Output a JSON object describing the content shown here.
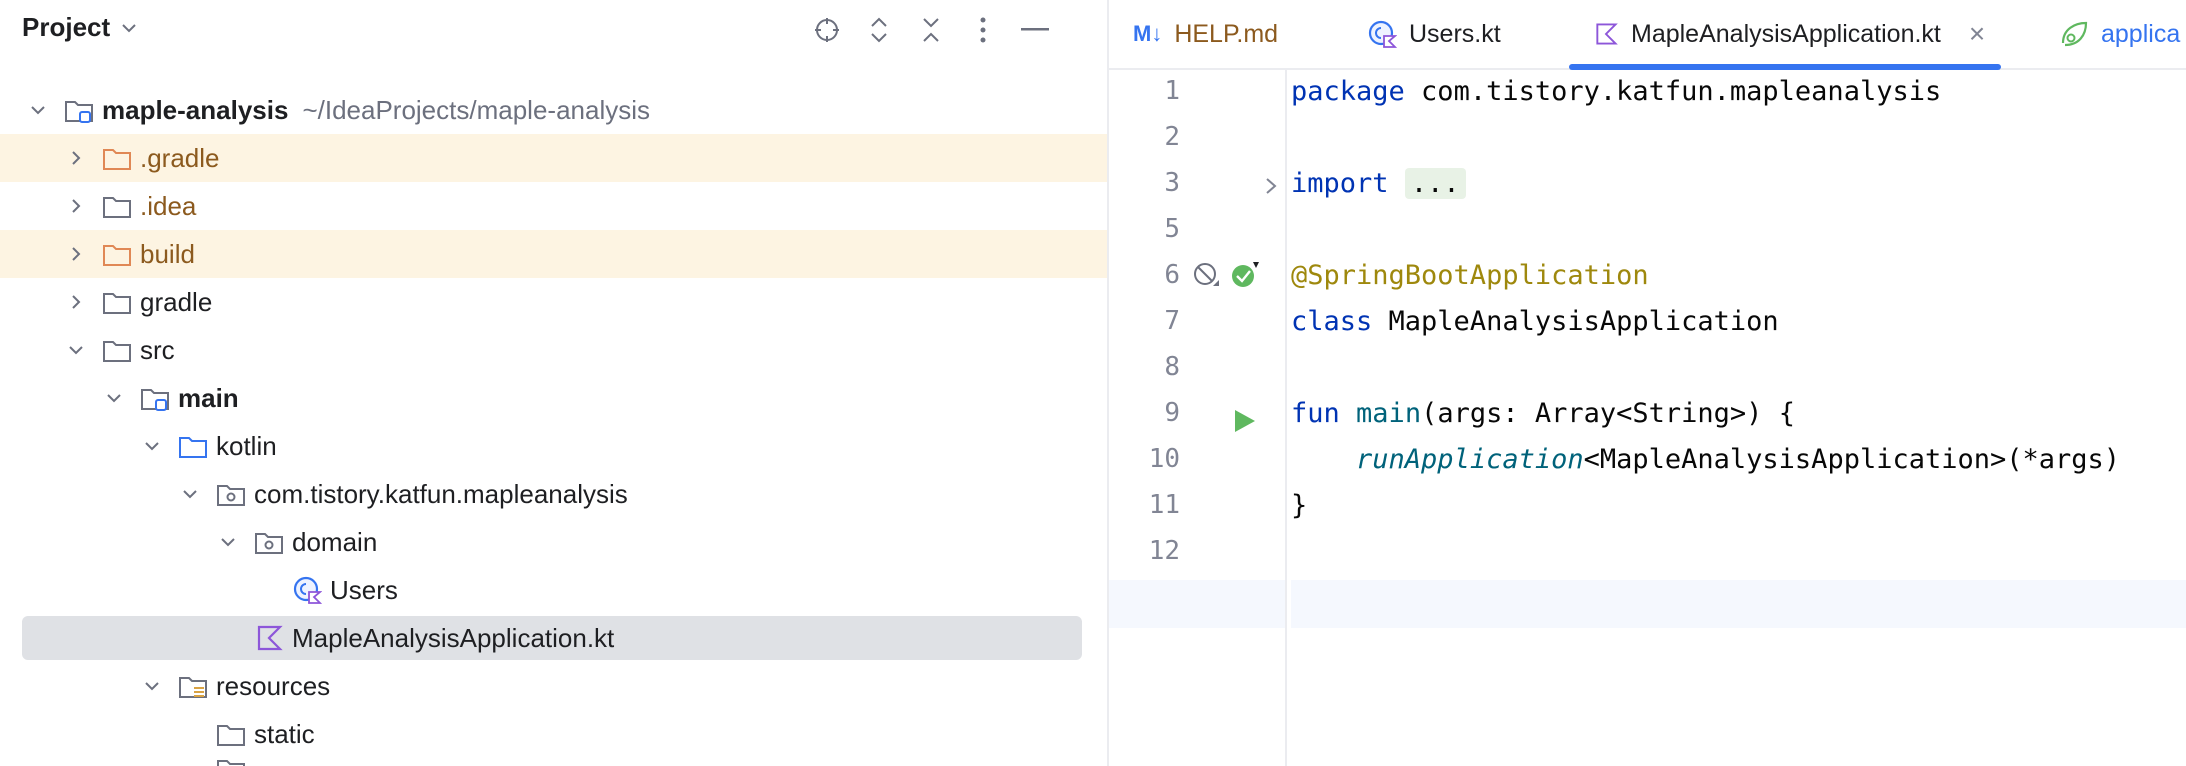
{
  "project_panel": {
    "title": "Project",
    "actions": [
      "locate-icon",
      "expand-icon",
      "collapse-icon",
      "more-icon",
      "minimize-icon"
    ]
  },
  "tree": {
    "root_name": "maple-analysis",
    "root_path": "~/IdeaProjects/maple-analysis",
    "items": [
      {
        "label": ".gradle"
      },
      {
        "label": ".idea"
      },
      {
        "label": "build"
      },
      {
        "label": "gradle"
      },
      {
        "label": "src"
      },
      {
        "label": "main"
      },
      {
        "label": "kotlin"
      },
      {
        "label": "com.tistory.katfun.mapleanalysis"
      },
      {
        "label": "domain"
      },
      {
        "label": "Users"
      },
      {
        "label": "MapleAnalysisApplication.kt"
      },
      {
        "label": "resources"
      },
      {
        "label": "static"
      }
    ]
  },
  "editor": {
    "tabs": [
      {
        "label": "HELP.md",
        "badge": "M↓"
      },
      {
        "label": "Users.kt"
      },
      {
        "label": "MapleAnalysisApplication.kt"
      },
      {
        "label": "applica"
      }
    ],
    "line_numbers": [
      "1",
      "2",
      "3",
      "5",
      "6",
      "7",
      "8",
      "9",
      "10",
      "11",
      "12"
    ],
    "code": {
      "l1_kw": "package",
      "l1_rest": " com.tistory.katfun.mapleanalysis",
      "l3_kw": "import",
      "l3_fold": "...",
      "l6_ann": "@SpringBootApplication",
      "l7_kw": "class",
      "l7_rest": " MapleAnalysisApplication",
      "l9_kw": "fun",
      "l9_name": "main",
      "l9_rest": "(args: Array<String>) {",
      "l10_indent": "    ",
      "l10_call": "runApplication",
      "l10_rest": "<MapleAnalysisApplication>(*args)",
      "l11": "}"
    }
  },
  "colors": {
    "accent": "#3574f0",
    "keyword": "#0033b3",
    "annotation": "#9e880d",
    "excluded_bg": "#fdf4e2",
    "excluded_text": "#8c5a1e",
    "selection": "#dfe1e5",
    "run_green": "#5fb85f"
  }
}
